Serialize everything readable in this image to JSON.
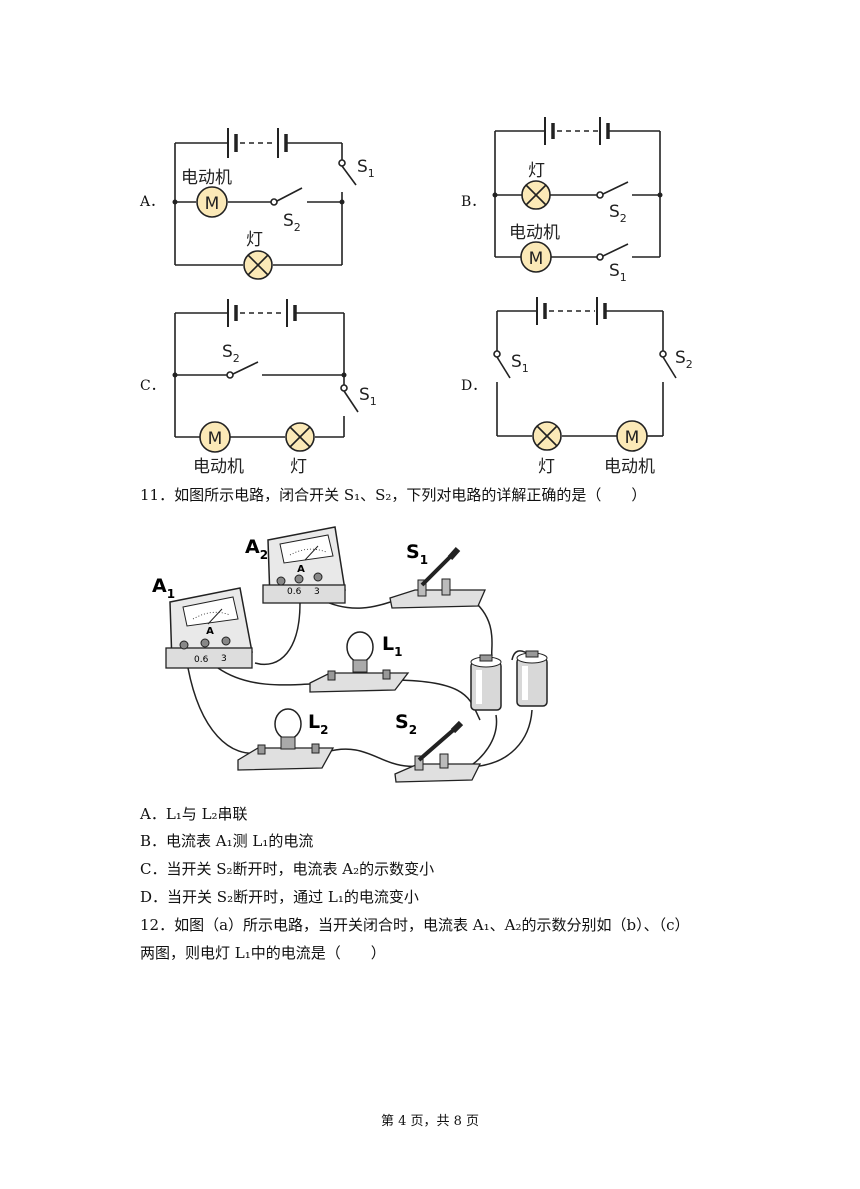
{
  "circuits": {
    "labels": [
      "A．",
      "B．",
      "C．",
      "D．"
    ],
    "motor_text": "电动机",
    "lamp_text": "灯",
    "motor_symbol": "M",
    "switch_s": "S",
    "sub1": "1",
    "sub2": "2"
  },
  "q11": {
    "stem": "11．如图所示电路，闭合开关 S₁、S₂，下列对电路的详解正确的是（　　）",
    "figure": {
      "A": "A",
      "A_sub1": "1",
      "A_sub2": "2",
      "scale_06": "0.6",
      "scale_3": "3",
      "L": "L",
      "S": "S",
      "sub1": "1",
      "sub2": "2"
    },
    "options": [
      "A．L₁与 L₂串联",
      "B．电流表 A₁测 L₁的电流",
      "C．当开关 S₂断开时，电流表 A₂的示数变小",
      "D．当开关 S₂断开时，通过 L₁的电流变小"
    ]
  },
  "q12": {
    "line1": "12．如图（a）所示电路，当开关闭合时，电流表 A₁、A₂的示数分别如（b）、（c）",
    "line2": "两图，则电灯 L₁中的电流是（　　）"
  },
  "footer": "第 4 页，共 8 页"
}
